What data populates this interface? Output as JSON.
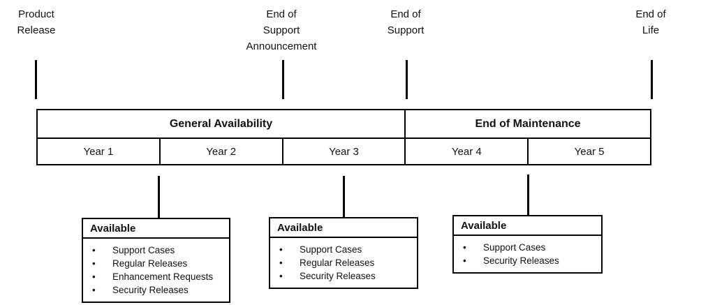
{
  "colors": {
    "background": "#ffffff",
    "line": "#000000",
    "text": "#111111"
  },
  "glyphs": {
    "bullet": "•"
  },
  "milestones": [
    {
      "label": "Product\nRelease"
    },
    {
      "label": "End of\nSupport\nAnnouncement"
    },
    {
      "label": "End of\nSupport"
    },
    {
      "label": "End of\nLife"
    }
  ],
  "table": {
    "phases": [
      {
        "label": "General Availability"
      },
      {
        "label": "End of Maintenance"
      }
    ],
    "years": [
      {
        "label": "Year 1"
      },
      {
        "label": "Year 2"
      },
      {
        "label": "Year 3"
      },
      {
        "label": "Year 4"
      },
      {
        "label": "Year 5"
      }
    ]
  },
  "boxes": [
    {
      "title": "Available",
      "items": [
        "Support Cases",
        "Regular Releases",
        "Enhancement Requests",
        "Security Releases"
      ]
    },
    {
      "title": "Available",
      "items": [
        "Support Cases",
        "Regular Releases",
        "Security Releases"
      ]
    },
    {
      "title": "Available",
      "items": [
        "Support Cases",
        "Security Releases"
      ]
    }
  ]
}
